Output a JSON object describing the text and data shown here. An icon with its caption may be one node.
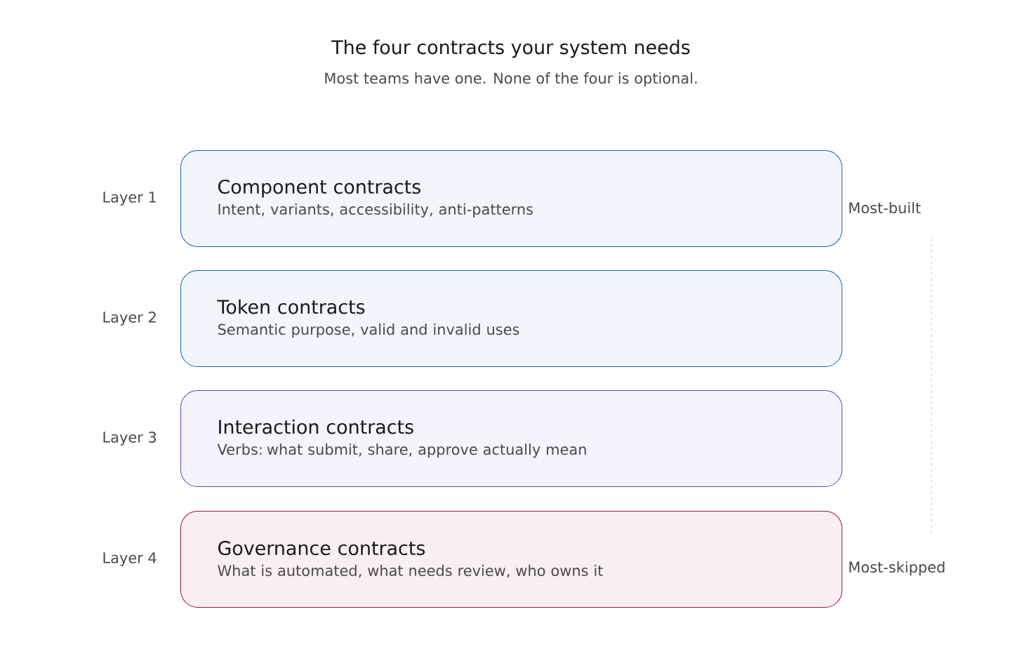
{
  "diagram": {
    "title": "The four contracts your system needs",
    "caption": "Most teams have one. None of the four is optional.",
    "nodes": [
      {
        "text": [
          "Component contracts",
          "Intent, variants, accessibility, anti-patterns"
        ],
        "beside": [
          "Layer 1"
        ]
      },
      {
        "text": [
          "Token contracts",
          "Semantic purpose, valid and invalid uses"
        ],
        "beside": [
          "Layer 2"
        ]
      },
      {
        "text": [
          "Interaction contracts",
          "Verbs: what submit, share, approve actually mean"
        ],
        "beside": [
          "Layer 3"
        ]
      },
      {
        "text": [
          "Governance contracts",
          "What is automated, what needs review, who owns it"
        ],
        "beside": [
          "Layer 4"
        ]
      }
    ],
    "labels": [
      "Most-built",
      "Most-skipped"
    ]
  }
}
